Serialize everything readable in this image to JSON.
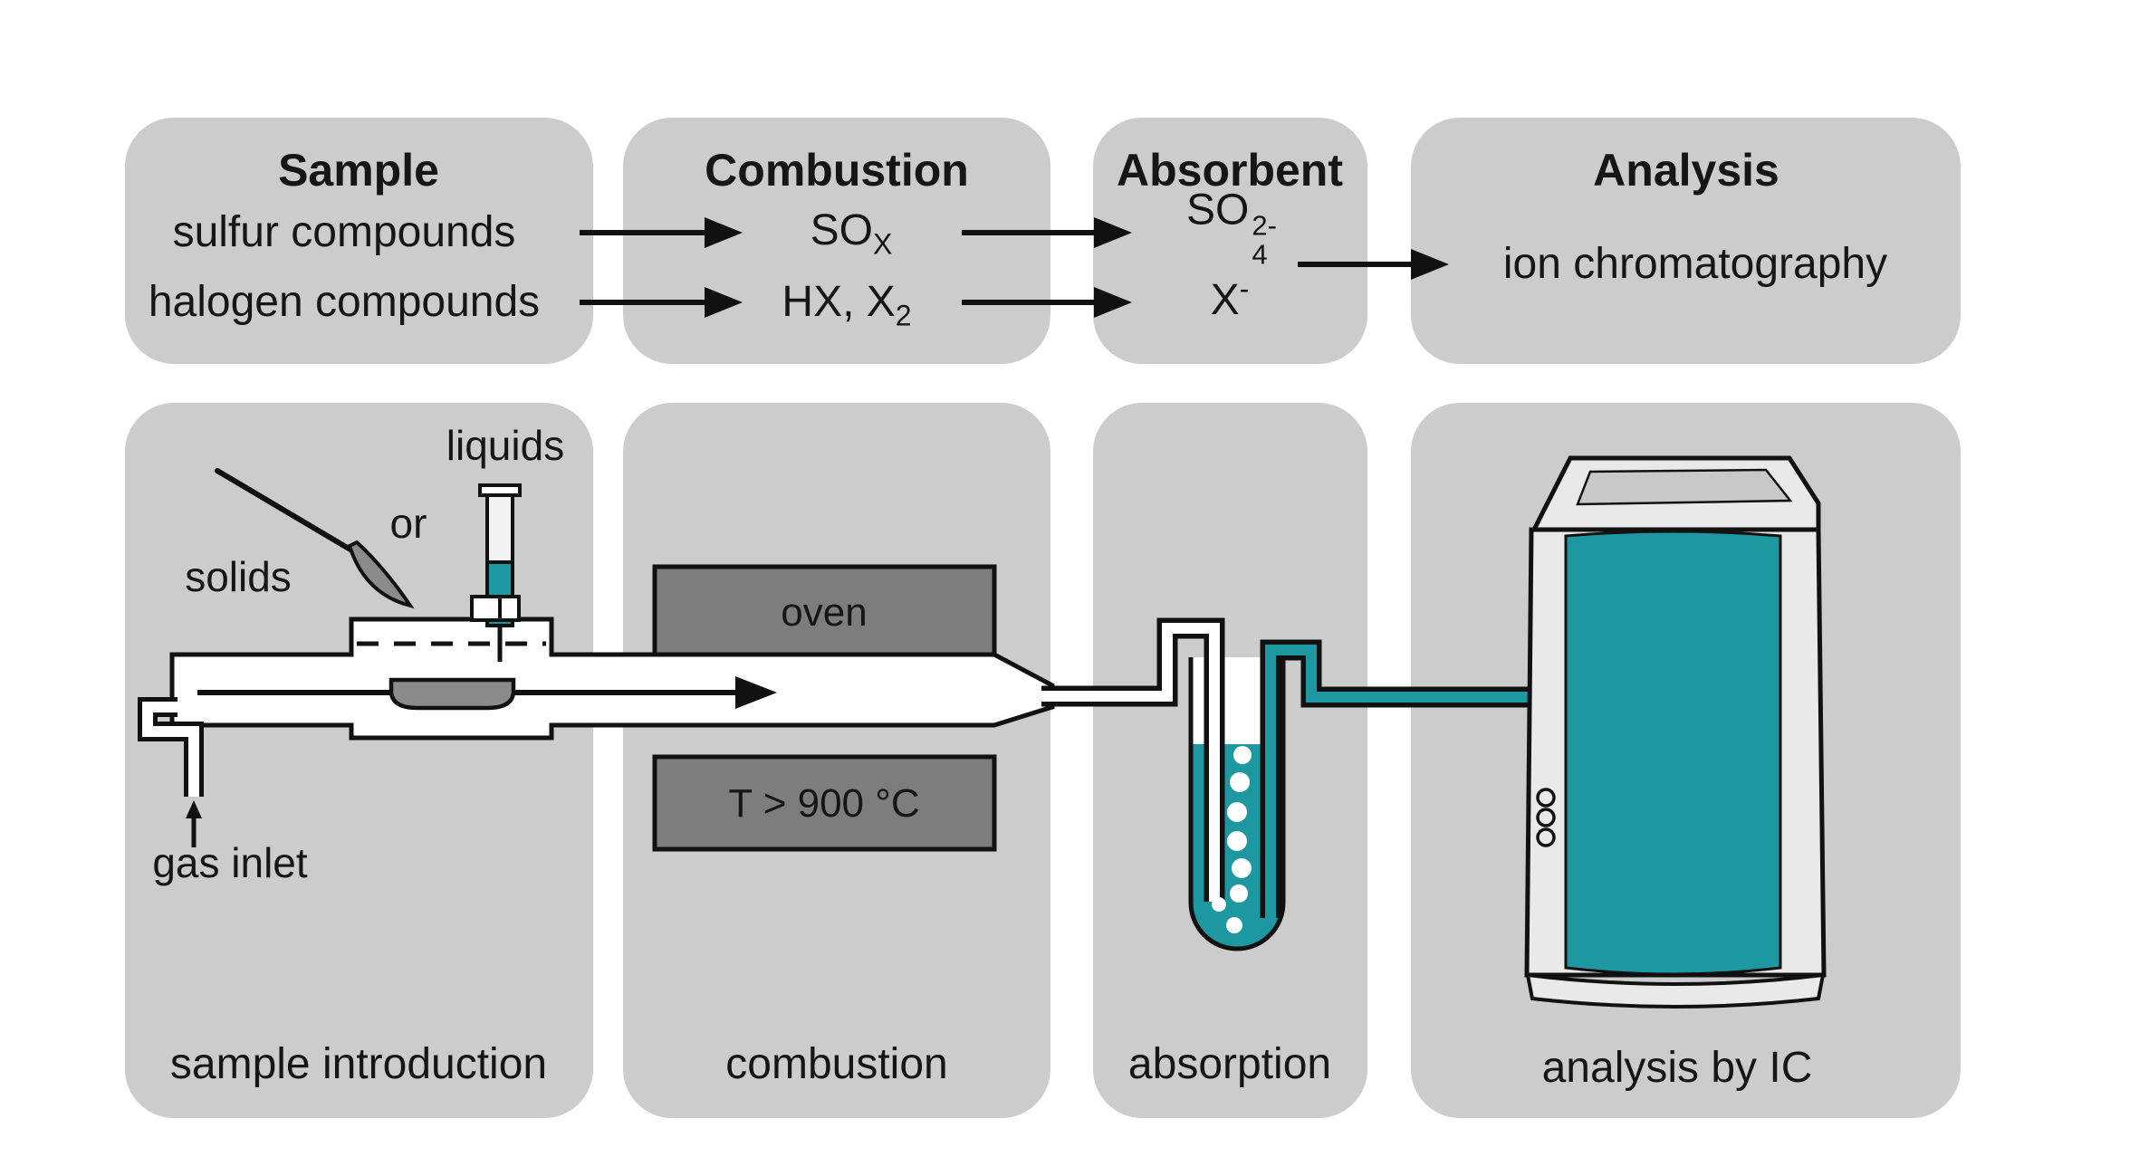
{
  "palette": {
    "box_gray": "#cccccc",
    "block_gray": "#7d7d7d",
    "teal": "#1e98a0",
    "casing_gray": "#e9e9e9",
    "panel_gray": "#c8c8c8",
    "boat_gray": "#8b8b8b",
    "white": "#ffffff",
    "ink": "#161616"
  },
  "top_row": {
    "sample": {
      "title": "Sample",
      "rows": [
        "sulfur compounds",
        "halogen compounds"
      ]
    },
    "combustion": {
      "title": "Combustion",
      "rows": [
        {
          "main": "SO",
          "sub": "X"
        },
        {
          "main": "HX, X",
          "sub": "2"
        }
      ]
    },
    "absorbent": {
      "title": "Absorbent",
      "rows": [
        {
          "main": "SO",
          "sub": "4",
          "sup": "2-"
        },
        {
          "main": "X",
          "sup": "-"
        }
      ]
    },
    "analysis": {
      "title": "Analysis",
      "method": "ion chromatography"
    }
  },
  "bottom_row": {
    "sample_introduction": {
      "label": "sample introduction",
      "solids_label": "solids",
      "or_label": "or",
      "liquids_label": "liquids",
      "gas_inlet_label": "gas inlet"
    },
    "combustion": {
      "label": "combustion",
      "oven_label": "oven",
      "temperature_label": "T > 900 °C"
    },
    "absorption": {
      "label": "absorption"
    },
    "analysis": {
      "label": "analysis by IC"
    }
  }
}
